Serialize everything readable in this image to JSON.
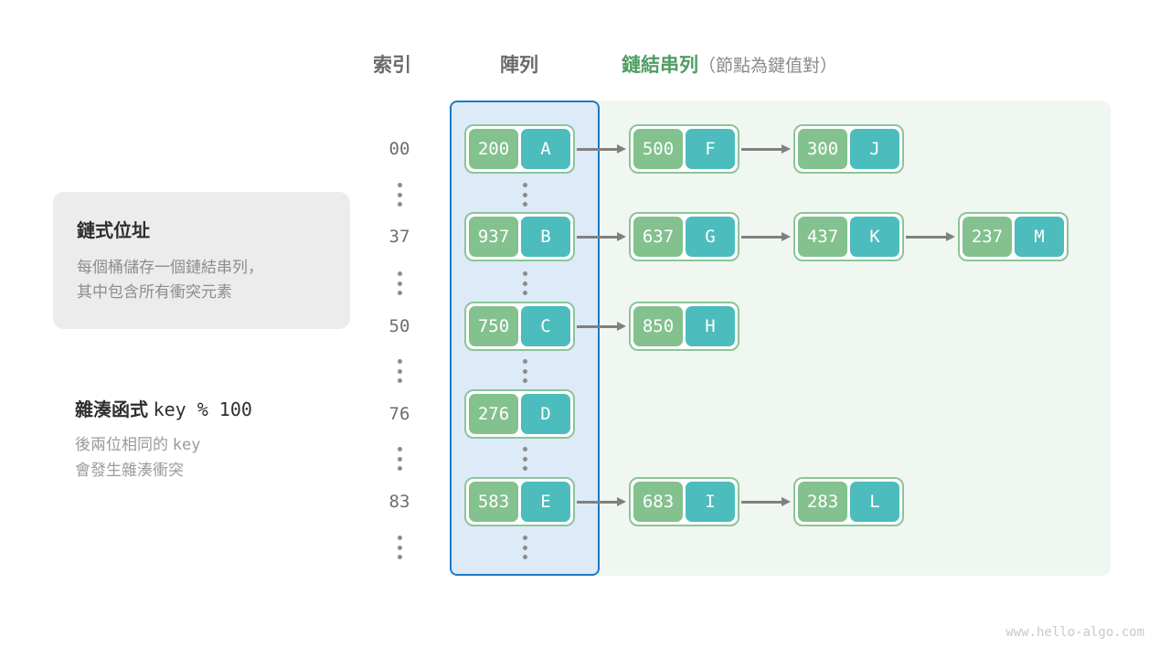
{
  "headers": {
    "index": "索引",
    "array": "陣列",
    "list_strong": "鏈結串列",
    "list_sub": "（節點為鍵值對）"
  },
  "info_card": {
    "title": "鏈式位址",
    "line1": "每個桶儲存一個鏈結串列，",
    "line2": "其中包含所有衝突元素"
  },
  "hash_note": {
    "label": "雜湊函式",
    "formula": "key % 100",
    "line1_a": "後兩位相同的",
    "line1_b": "key",
    "line2": "會發生雜湊衝突"
  },
  "colors": {
    "key_box": "#83c18e",
    "value_box": "#4dbcbc",
    "node_border": "#8cc49a",
    "array_panel_fill": "#ddeaf7",
    "array_panel_border": "#1b7ac4",
    "list_panel_fill": "#f0f6f0",
    "arrow": "#808080",
    "accent_green_text": "#4f9d63",
    "index_text": "#6e6e6e"
  },
  "watermark": "www.hello-algo.com",
  "chart_data": {
    "type": "diagram",
    "title": "鏈式位址 (Separate Chaining Hash Table)",
    "hash_function": "key % 100",
    "buckets": [
      {
        "index": "00",
        "nodes": [
          {
            "key": "200",
            "value": "A",
            "in_array": true
          },
          {
            "key": "500",
            "value": "F",
            "in_array": false
          },
          {
            "key": "300",
            "value": "J",
            "in_array": false
          }
        ]
      },
      {
        "index": "37",
        "nodes": [
          {
            "key": "937",
            "value": "B",
            "in_array": true
          },
          {
            "key": "637",
            "value": "G",
            "in_array": false
          },
          {
            "key": "437",
            "value": "K",
            "in_array": false
          },
          {
            "key": "237",
            "value": "M",
            "in_array": false
          }
        ]
      },
      {
        "index": "50",
        "nodes": [
          {
            "key": "750",
            "value": "C",
            "in_array": true
          },
          {
            "key": "850",
            "value": "H",
            "in_array": false
          }
        ]
      },
      {
        "index": "76",
        "nodes": [
          {
            "key": "276",
            "value": "D",
            "in_array": true
          }
        ]
      },
      {
        "index": "83",
        "nodes": [
          {
            "key": "583",
            "value": "E",
            "in_array": true
          },
          {
            "key": "683",
            "value": "I",
            "in_array": false
          },
          {
            "key": "283",
            "value": "L",
            "in_array": false
          }
        ]
      }
    ],
    "ellipsis_rows": 5
  },
  "layout": {
    "row_y": [
      136,
      232,
      330,
      426,
      522
    ],
    "ellipsis_y": [
      200,
      297,
      393,
      489,
      586
    ],
    "node_x_start": 508,
    "node_pitch": 180
  }
}
